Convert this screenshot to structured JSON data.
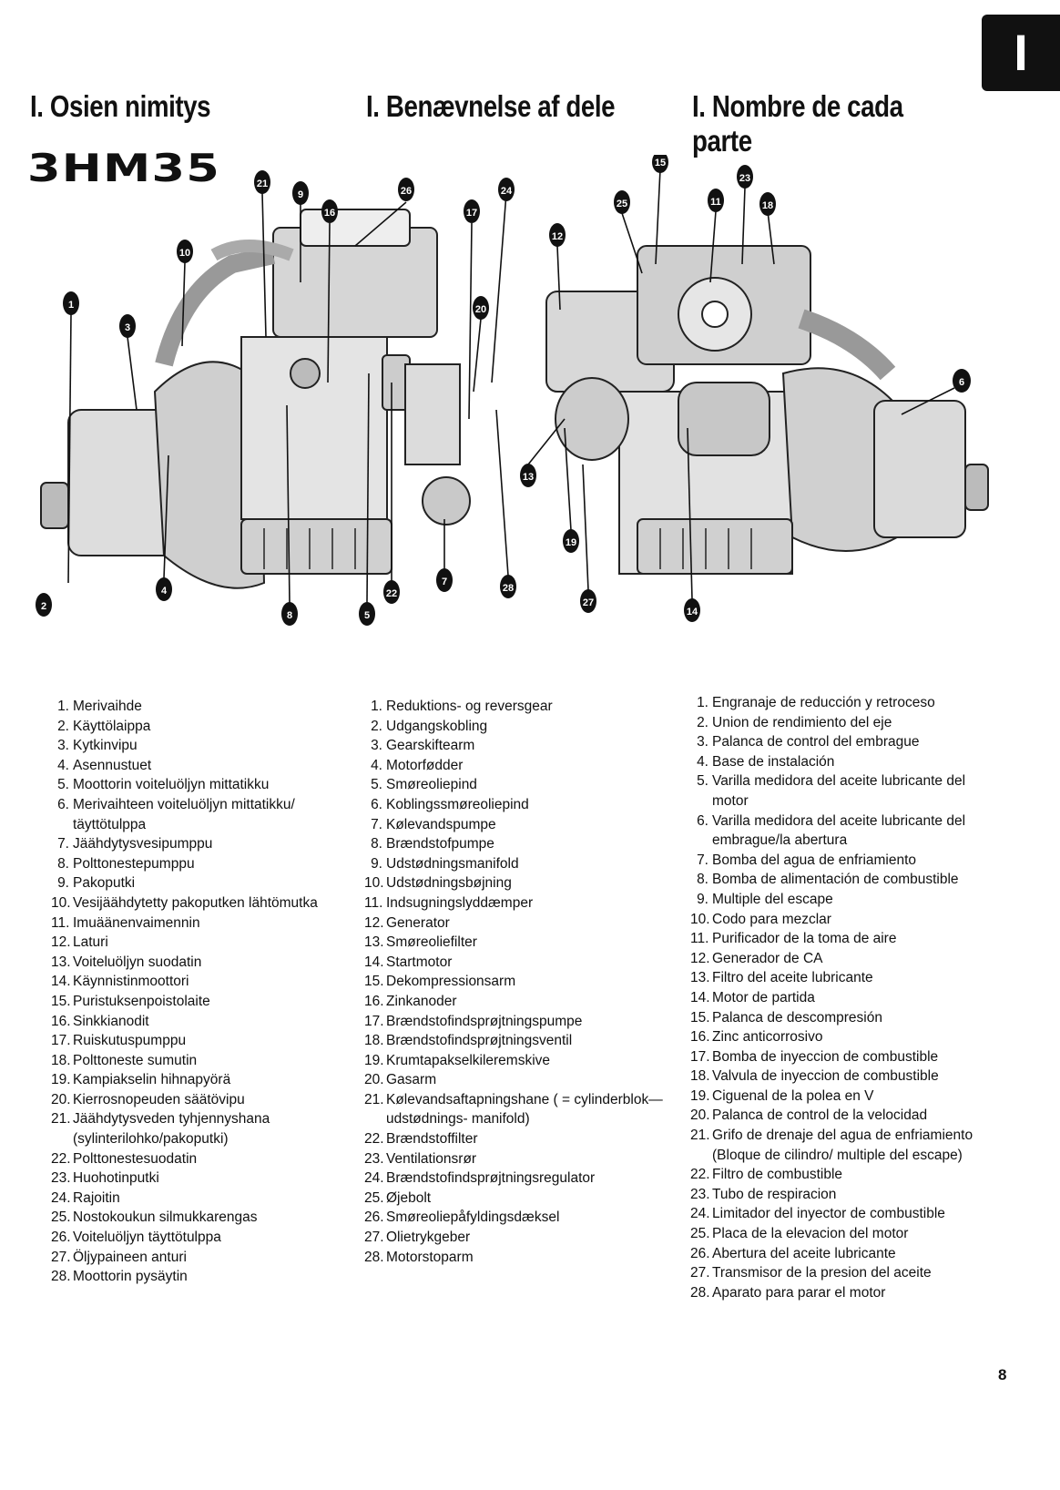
{
  "section_tab": "I",
  "headings": [
    "I. Osien nimitys",
    "I. Benævnelse af dele",
    "I. Nombre de cada parte"
  ],
  "model": "3HM35",
  "callouts": [
    "21",
    "9",
    "16",
    "26",
    "24",
    "17",
    "15",
    "23",
    "11",
    "18",
    "25",
    "12",
    "10",
    "1",
    "3",
    "20",
    "6",
    "13",
    "19",
    "27",
    "14",
    "2",
    "4",
    "8",
    "5",
    "22",
    "7",
    "28"
  ],
  "lists": [
    [
      {
        "n": "1.",
        "t": "Merivaihde"
      },
      {
        "n": "2.",
        "t": "Käyttölaippa"
      },
      {
        "n": "3.",
        "t": "Kytkinvipu"
      },
      {
        "n": "4.",
        "t": "Asennustuet"
      },
      {
        "n": "5.",
        "t": "Moottorin voiteluöljyn mittatikku"
      },
      {
        "n": "6.",
        "t": "Merivaihteen voiteluöljyn mittatikku/ täyttötulppa"
      },
      {
        "n": "7.",
        "t": "Jäähdytysvesipumppu"
      },
      {
        "n": "8.",
        "t": "Polttonestepumppu"
      },
      {
        "n": "9.",
        "t": "Pakoputki"
      },
      {
        "n": "10.",
        "t": "Vesijäähdytetty pakoputken lähtömutka"
      },
      {
        "n": "11.",
        "t": "Imuäänenvaimennin"
      },
      {
        "n": "12.",
        "t": "Laturi"
      },
      {
        "n": "13.",
        "t": "Voiteluöljyn suodatin"
      },
      {
        "n": "14.",
        "t": "Käynnistinmoottori"
      },
      {
        "n": "15.",
        "t": "Puristuksenpoistolaite"
      },
      {
        "n": "16.",
        "t": "Sinkkianodit"
      },
      {
        "n": "17.",
        "t": "Ruiskutuspumppu"
      },
      {
        "n": "18.",
        "t": "Polttoneste sumutin"
      },
      {
        "n": "19.",
        "t": "Kampiakselin hihnapyörä"
      },
      {
        "n": "20.",
        "t": "Kierrosnopeuden säätövipu"
      },
      {
        "n": "21.",
        "t": "Jäähdytysveden tyhjennyshana (sylinterilohko/pakoputki)"
      },
      {
        "n": "22.",
        "t": "Polttonestesuodatin"
      },
      {
        "n": "23.",
        "t": "Huohotinputki"
      },
      {
        "n": "24.",
        "t": "Rajoitin"
      },
      {
        "n": "25.",
        "t": "Nostokoukun silmukkarengas"
      },
      {
        "n": "26.",
        "t": "Voiteluöljyn täyttötulppa"
      },
      {
        "n": "27.",
        "t": "Öljypaineen anturi"
      },
      {
        "n": "28.",
        "t": "Moottorin pysäytin"
      }
    ],
    [
      {
        "n": "1.",
        "t": "Reduktions- og reversgear"
      },
      {
        "n": "2.",
        "t": "Udgangskobling"
      },
      {
        "n": "3.",
        "t": "Gearskiftearm"
      },
      {
        "n": "4.",
        "t": "Motorfødder"
      },
      {
        "n": "5.",
        "t": "Smøreoliepind"
      },
      {
        "n": "6.",
        "t": "Koblingssmøreoliepind"
      },
      {
        "n": "7.",
        "t": "Kølevandspumpe"
      },
      {
        "n": "8.",
        "t": "Brændstofpumpe"
      },
      {
        "n": "9.",
        "t": "Udstødningsmanifold"
      },
      {
        "n": "10.",
        "t": "Udstødningsbøjning"
      },
      {
        "n": "11.",
        "t": "Indsugningslyddæmper"
      },
      {
        "n": "12.",
        "t": "Generator"
      },
      {
        "n": "13.",
        "t": "Smøreoliefilter"
      },
      {
        "n": "14.",
        "t": "Startmotor"
      },
      {
        "n": "15.",
        "t": "Dekompressionsarm"
      },
      {
        "n": "16.",
        "t": "Zinkanoder"
      },
      {
        "n": "17.",
        "t": "Brændstofindsprøjtningspumpe"
      },
      {
        "n": "18.",
        "t": "Brændstofindsprøjtningsventil"
      },
      {
        "n": "19.",
        "t": "Krumtapakselkileremskive"
      },
      {
        "n": "20.",
        "t": "Gasarm"
      },
      {
        "n": "21.",
        "t": "Kølevandsaftapningshane ( = cylinderblok—udstødnings- manifold)"
      },
      {
        "n": "22.",
        "t": "Brændstoffilter"
      },
      {
        "n": "23.",
        "t": "Ventilationsrør"
      },
      {
        "n": "24.",
        "t": "Brændstofindsprøjtningsregulator"
      },
      {
        "n": "25.",
        "t": "Øjebolt"
      },
      {
        "n": "26.",
        "t": "Smøreoliepåfyldingsdæksel"
      },
      {
        "n": "27.",
        "t": "Olietrykgeber"
      },
      {
        "n": "28.",
        "t": "Motorstoparm"
      }
    ],
    [
      {
        "n": "1.",
        "t": "Engranaje de reducción y retroceso"
      },
      {
        "n": "2.",
        "t": "Union de rendimiento del eje"
      },
      {
        "n": "3.",
        "t": "Palanca de control del embrague"
      },
      {
        "n": "4.",
        "t": "Base de instalación"
      },
      {
        "n": "5.",
        "t": "Varilla medidora del aceite lubricante del motor"
      },
      {
        "n": "6.",
        "t": "Varilla medidora del aceite lubricante del embrague/la abertura"
      },
      {
        "n": "7.",
        "t": "Bomba del agua de enfriamiento"
      },
      {
        "n": "8.",
        "t": "Bomba de alimentación de combustible"
      },
      {
        "n": "9.",
        "t": "Multiple del escape"
      },
      {
        "n": "10.",
        "t": "Codo para mezclar"
      },
      {
        "n": "11.",
        "t": "Purificador de la toma de aire"
      },
      {
        "n": "12.",
        "t": "Generador de CA"
      },
      {
        "n": "13.",
        "t": "Filtro del aceite lubricante"
      },
      {
        "n": "14.",
        "t": "Motor de partida"
      },
      {
        "n": "15.",
        "t": "Palanca de descompresión"
      },
      {
        "n": "16.",
        "t": "Zinc anticorrosivo"
      },
      {
        "n": "17.",
        "t": "Bomba de inyeccion de combustible"
      },
      {
        "n": "18.",
        "t": "Valvula de inyeccion de combustible"
      },
      {
        "n": "19.",
        "t": "Ciguenal de la polea en V"
      },
      {
        "n": "20.",
        "t": "Palanca de control de la velocidad"
      },
      {
        "n": "21.",
        "t": "Grifo de drenaje del agua de enfriamiento (Bloque de cilindro/ multiple del escape)"
      },
      {
        "n": "22.",
        "t": "Filtro de combustible"
      },
      {
        "n": "23.",
        "t": "Tubo de respiracion"
      },
      {
        "n": "24.",
        "t": "Limitador del inyector de combustible"
      },
      {
        "n": "25.",
        "t": "Placa de la elevacion del motor"
      },
      {
        "n": "26.",
        "t": "Abertura del aceite lubricante"
      },
      {
        "n": "27.",
        "t": "Transmisor de la presion del aceite"
      },
      {
        "n": "28.",
        "t": "Aparato para parar el motor"
      }
    ]
  ],
  "page_number": "8"
}
